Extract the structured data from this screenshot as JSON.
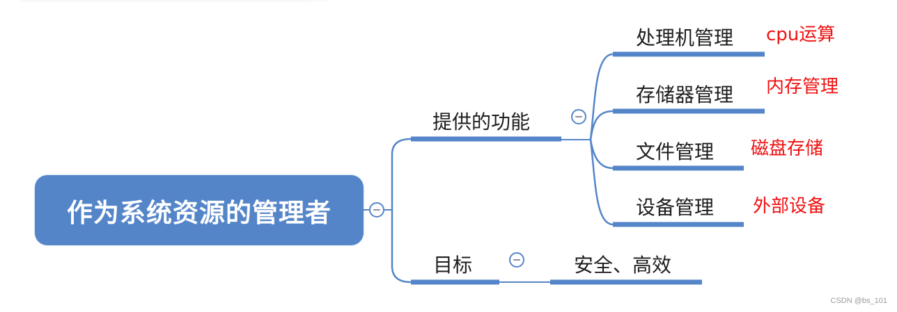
{
  "mindmap": {
    "root": {
      "label": "作为系统资源的管理者"
    },
    "branches": [
      {
        "label": "提供的功能",
        "children": [
          {
            "label": "处理机管理",
            "note": "cpu运算"
          },
          {
            "label": "存储器管理",
            "note": "内存管理"
          },
          {
            "label": "文件管理",
            "note": "磁盘存储"
          },
          {
            "label": "设备管理",
            "note": "外部设备"
          }
        ]
      },
      {
        "label": "目标",
        "children": [
          {
            "label": "安全、高效"
          }
        ]
      }
    ]
  },
  "colors": {
    "accent": "#5485c8",
    "note": "#f01010",
    "text": "#1d1d1d"
  },
  "watermark": "CSDN @bs_101"
}
